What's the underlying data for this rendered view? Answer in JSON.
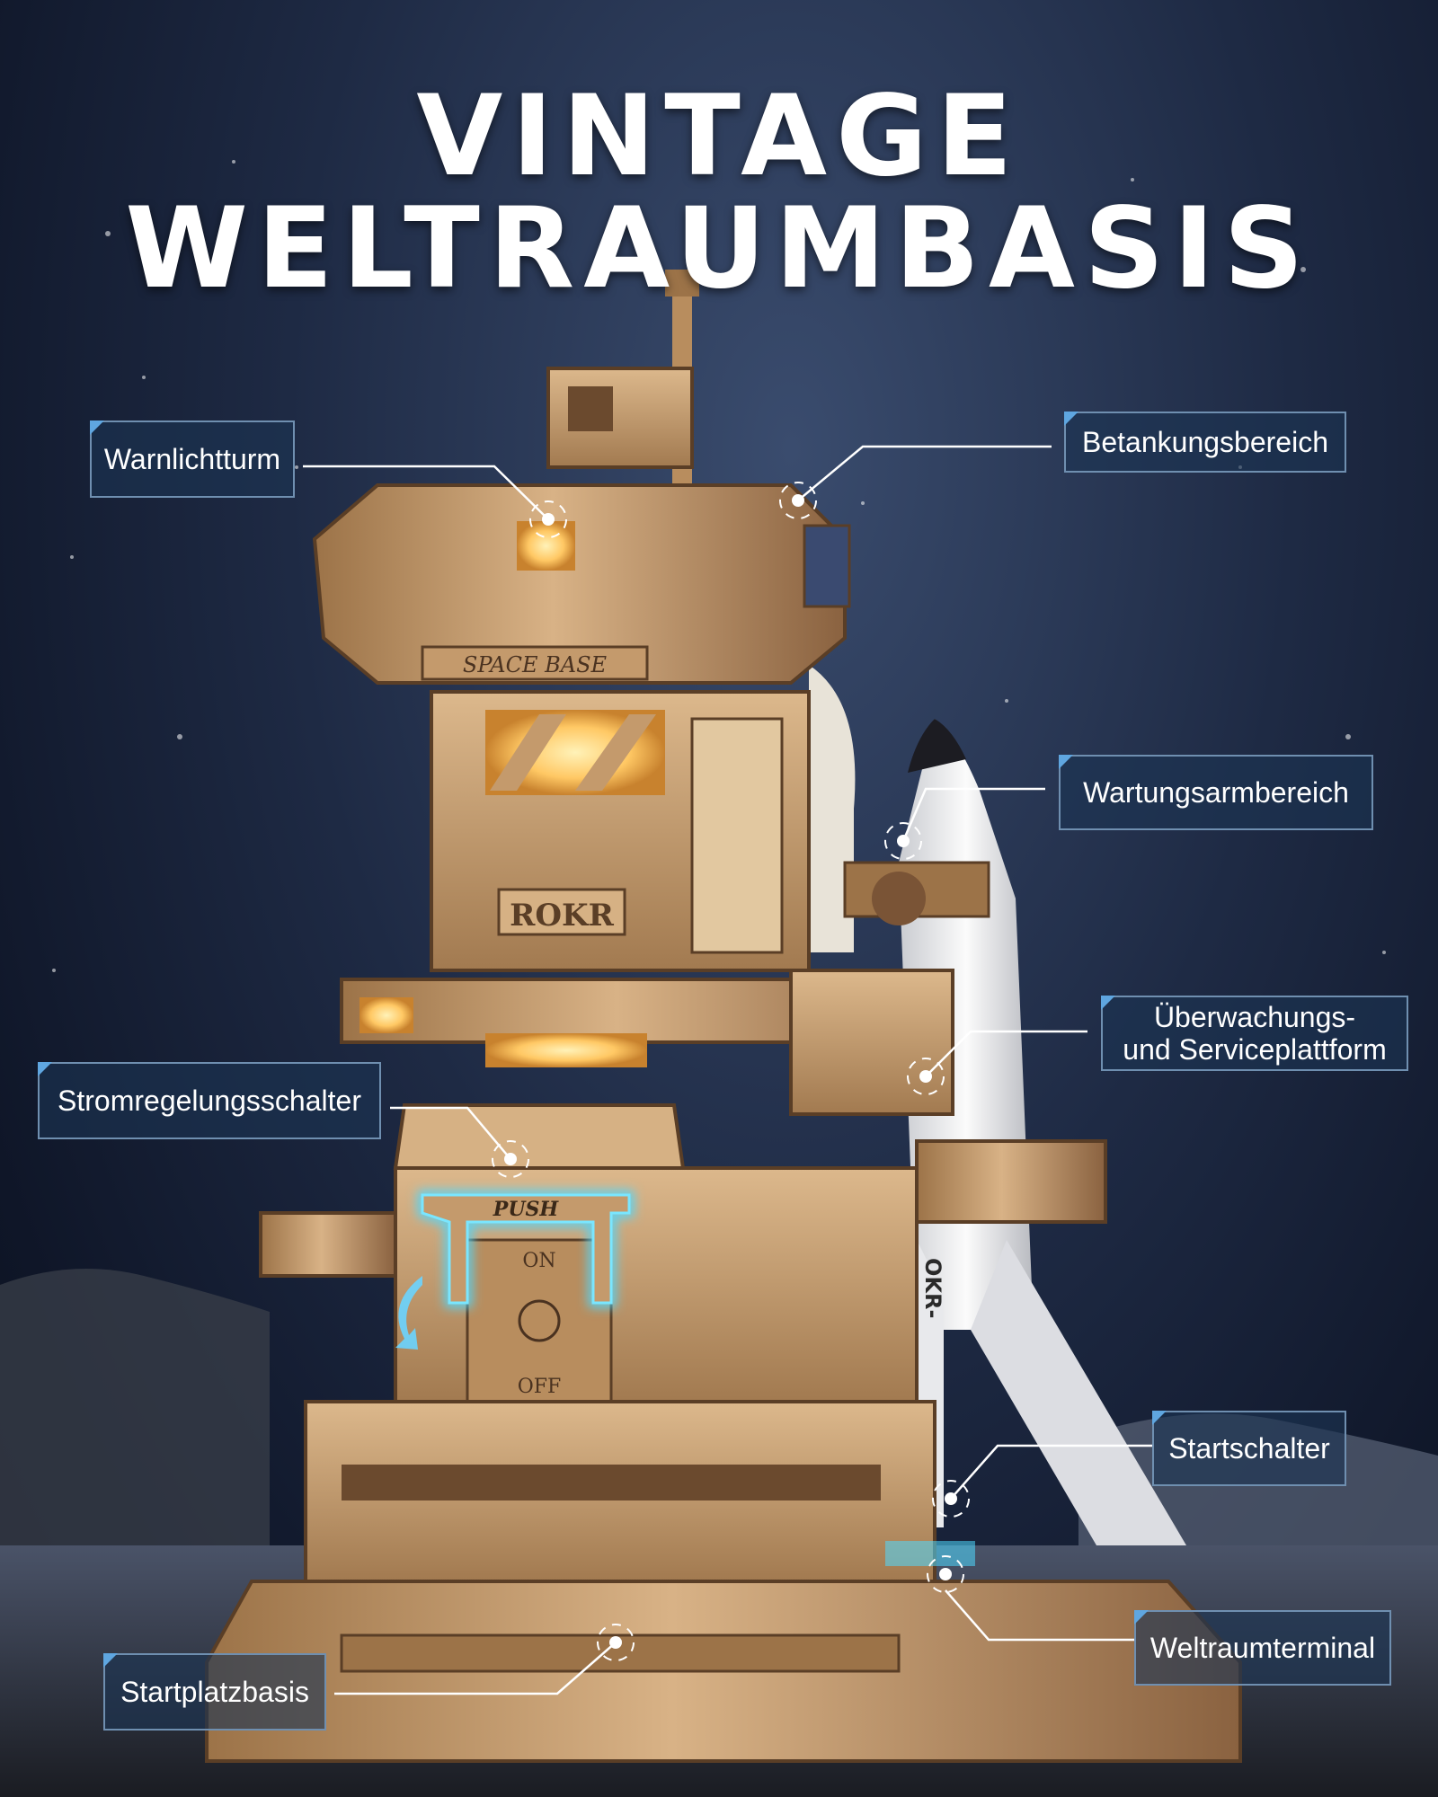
{
  "title": {
    "line1": "VINTAGE",
    "line2": "WELTRAUMBASIS"
  },
  "callouts": {
    "warnlichtturm": "Warnlichtturm",
    "betankungsbereich": "Betankungsbereich",
    "wartungsarmbereich": "Wartungsarmbereich",
    "ueberwachung_line1": "Überwachungs-",
    "ueberwachung_line2": "und Serviceplattform",
    "stromregelungsschalter": "Stromregelungsschalter",
    "startschalter": "Startschalter",
    "weltraumterminal": "Weltraumterminal",
    "startplatzbasis": "Startplatzbasis"
  },
  "model_markings": {
    "space_base": "SPACE BASE",
    "brand": "ROKR",
    "push": "PUSH",
    "on": "ON",
    "off": "OFF",
    "side_text": "OKR-"
  },
  "colors": {
    "sky": "#1e2a44",
    "wood": "#c49a6c",
    "wood_dark": "#6b4a2e",
    "glow": "#ffc864",
    "callout_border": "#6f8fb0",
    "callout_accent": "#5fa6e0",
    "neon": "#4fd8ff"
  }
}
